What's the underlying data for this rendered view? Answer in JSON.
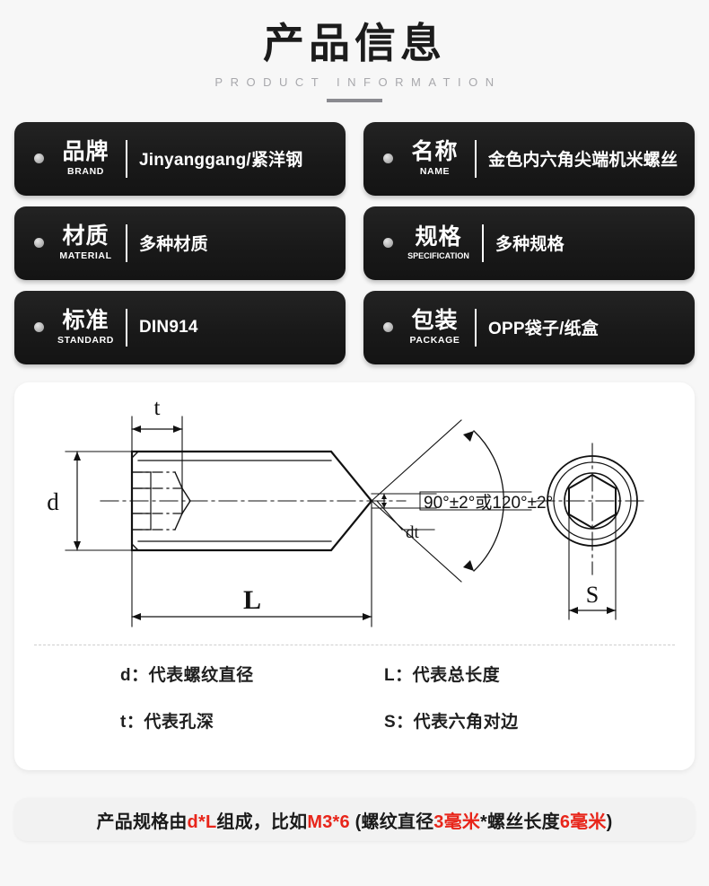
{
  "header": {
    "title": "产品信息",
    "subtitle": "PRODUCT INFORMATION"
  },
  "cards": [
    {
      "cn": "品牌",
      "en": "BRAND",
      "value": "Jinyanggang/紧洋钢"
    },
    {
      "cn": "名称",
      "en": "NAME",
      "value": "金色内六角尖端机米螺丝"
    },
    {
      "cn": "材质",
      "en": "MATERIAL",
      "value": "多种材质"
    },
    {
      "cn": "规格",
      "en": "SPECIFICATION",
      "value": "多种规格"
    },
    {
      "cn": "标准",
      "en": "STANDARD",
      "value": "DIN914"
    },
    {
      "cn": "包装",
      "en": "PACKAGE",
      "value": "OPP袋子/纸盒"
    }
  ],
  "drawing": {
    "dim_t": "t",
    "dim_d": "d",
    "dim_L": "L",
    "dim_dt": "dt",
    "dim_S": "S",
    "angle_note": "90°±2°或120°±2°"
  },
  "legend": [
    "d：代表螺纹直径",
    "L：代表总长度",
    "t：代表孔深",
    "S：代表六角对边"
  ],
  "footer": {
    "part1": "产品规格由",
    "hl1": "d*L",
    "part2": "组成，比如",
    "hl2": "M3*6",
    "part3": " (螺纹直径",
    "hl3": "3毫米",
    "part4": "*螺丝长度",
    "hl4": "6毫米",
    "part5": ")"
  },
  "colors": {
    "accent_red": "#e8251a",
    "card_bg": "#1a1a1a",
    "page_bg": "#f7f7f7"
  }
}
